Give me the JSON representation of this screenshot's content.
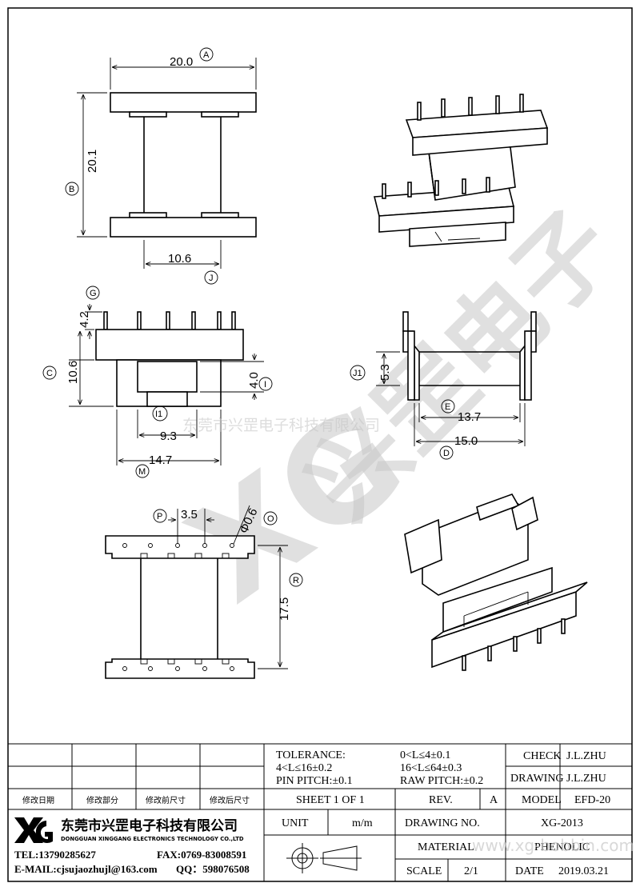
{
  "watermark": {
    "logo": "XG",
    "text": "兴罡电子",
    "banner": "东莞市兴罡电子科技有限公司",
    "url": "www.xg-bobbin.com"
  },
  "dimensions": {
    "A": "20.0",
    "B": "20.1",
    "J": "10.6",
    "G": "4.2",
    "C": "10.6",
    "I": "4.0",
    "I1": "9.3",
    "M": "14.7",
    "J1": "5.3",
    "E": "13.7",
    "D": "15.0",
    "P": "3.5",
    "O": "Φ0.6",
    "R": "17.5"
  },
  "callouts": {
    "A": "A",
    "B": "B",
    "J": "J",
    "G": "G",
    "C": "C",
    "I": "I",
    "I1": "I1",
    "M": "M",
    "J1": "J1",
    "E": "E",
    "D": "D",
    "P": "P",
    "O": "O",
    "R": "R"
  },
  "title_block": {
    "revision_headers": [
      "修改日期",
      "修改部分",
      "修改前尺寸",
      "修改后尺寸"
    ],
    "tolerance_label": "TOLERANCE:",
    "tol_1": "0<L≤4±0.1",
    "tol_2": "4<L≤16±0.2",
    "tol_3": "16<L≤64±0.3",
    "pin_pitch": "PIN PITCH:±0.1",
    "raw_pitch": "RAW PITCH:±0.2",
    "check_label": "CHECK",
    "check_value": "J.L.ZHU",
    "drawing_label": "DRAWING",
    "drawing_value": "J.L.ZHU",
    "sheet": "SHEET 1 OF 1",
    "rev_label": "REV.",
    "rev_value": "A",
    "model_label": "MODEL",
    "model_value": "EFD-20",
    "unit_label": "UNIT",
    "unit_value": "m/m",
    "drawing_no_label": "DRAWING NO.",
    "drawing_no_value": "XG-2013",
    "material_label": "MATERIAL",
    "material_value": "PHENOLIC",
    "scale_label": "SCALE",
    "scale_value": "2/1",
    "date_label": "DATE",
    "date_value": "2019.03.21",
    "logo": "XG",
    "company_cn": "东莞市兴罡电子科技有限公司",
    "company_en": "DONGGUAN XINGGANG ELECTRONICS TECHNOLOGY CO.,LTD",
    "tel": "TEL:13790285627",
    "fax": "FAX:0769-83008591",
    "email": "E-MAIL:cjsujaozhujl@163.com",
    "qq": "QQ：598076508"
  }
}
